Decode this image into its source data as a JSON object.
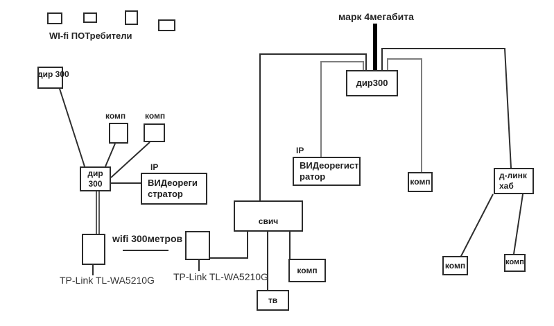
{
  "colors": {
    "line": "#2e2e2e",
    "line_gray": "#7d7d7d",
    "thick_line": "#000000",
    "background": "#ffffff",
    "text": "#1f1f1f"
  },
  "annotations": {
    "wifi_consumers": "WI-fi ПОТребители",
    "wifi_distance": "wifi 300метров",
    "mark_bandwidth": "марк 4мегабита",
    "tplink1": "TP-Link TL-WA5210G",
    "tplink2": "TP-Link TL-WA5210G",
    "ip_label_left": "IP",
    "ip_label_right": "IP",
    "komp_label_left": "комп",
    "komp_label_right": "комп"
  },
  "nodes": {
    "dir300_top_left": "дир 300",
    "dir300_left": "дир\n300",
    "dvr_left": "ВИДеореги\nстратор",
    "svich": "свич",
    "komp_switch": "комп",
    "tv": "тв",
    "dir300_right": "дир300",
    "dvr_right": "ВИДеорегист\nратор",
    "komp_right_mid": "комп",
    "dlink_hub": "д-линк\nхаб",
    "komp_bottom_left": "комп",
    "komp_bottom_right": "комп"
  }
}
